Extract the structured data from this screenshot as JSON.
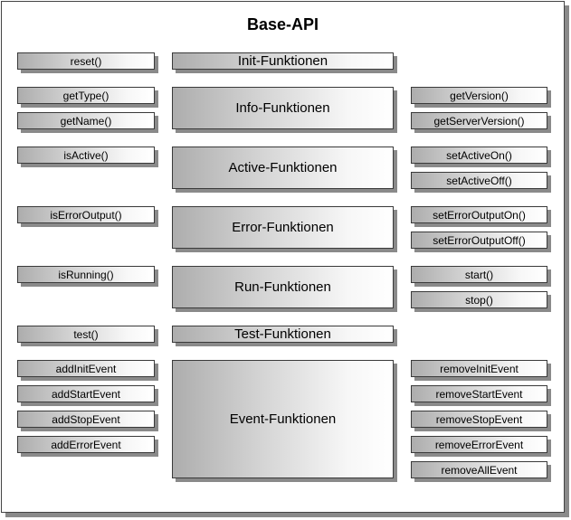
{
  "title": "Base-API",
  "groups": {
    "init": "Init-Funktionen",
    "info": "Info-Funktionen",
    "active": "Active-Funktionen",
    "error": "Error-Funktionen",
    "run": "Run-Funktionen",
    "test": "Test-Funktionen",
    "event": "Event-Funktionen"
  },
  "left_methods": [
    "reset()",
    "getType()",
    "getName()",
    "isActive()",
    "isErrorOutput()",
    "isRunning()",
    "test()",
    "addInitEvent",
    "addStartEvent",
    "addStopEvent",
    "addErrorEvent"
  ],
  "right_methods": [
    "getVersion()",
    "getServerVersion()",
    "setActiveOn()",
    "setActiveOff()",
    "setErrorOutputOn()",
    "setErrorOutputOff()",
    "start()",
    "stop()",
    "removeInitEvent",
    "removeStartEvent",
    "removeStopEvent",
    "removeErrorEvent",
    "removeAllEvent"
  ]
}
